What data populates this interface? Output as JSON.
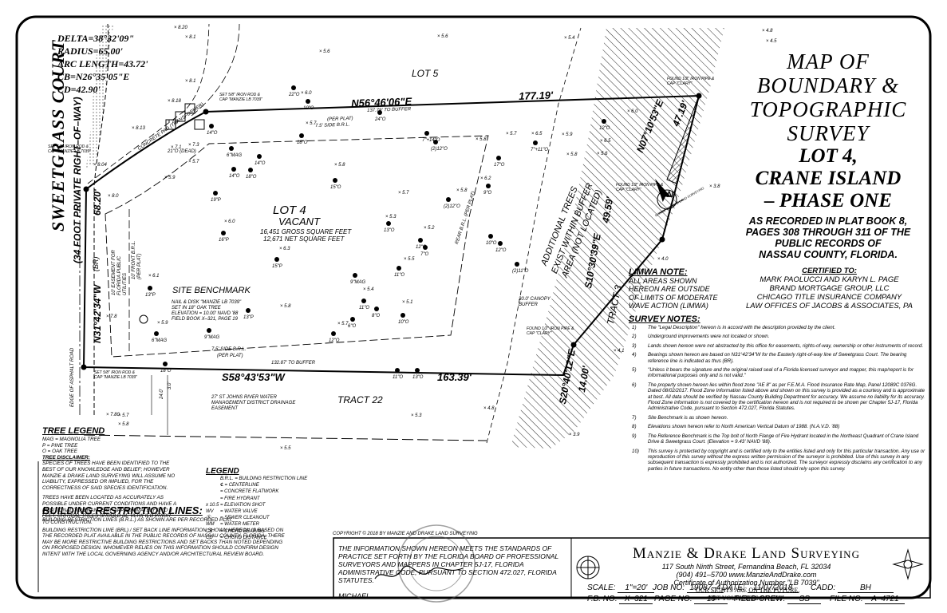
{
  "title": {
    "line1": "MAP OF",
    "line2": "BOUNDARY &",
    "line3": "TOPOGRAPHIC",
    "line4": "SURVEY",
    "line5": "LOT 4,",
    "line6": "CRANE ISLAND",
    "line7": "– PHASE ONE",
    "sub1": "AS RECORDED IN PLAT BOOK 8,",
    "sub2": "PAGES 308 THROUGH 311 OF THE",
    "sub3": "PUBLIC RECORDS OF",
    "sub4": "NASSAU COUNTY, FLORIDA."
  },
  "certified": {
    "heading": "CERTIFIED TO:",
    "lines": [
      "MARK PAOLUCCI AND KARYN L. PAGE",
      "BRAND MORTGAGE GROUP, LLC",
      "CHICAGO TITLE INSURANCE COMPANY",
      "LAW OFFICES OF JACOBS & ASSOCIATES, PA"
    ]
  },
  "limwa": {
    "heading": "LIMWA NOTE:",
    "l1": "ALL AREAS SHOWN",
    "l2": "HEREON ARE OUTSIDE",
    "l3": "OF LIMITS OF MODERATE",
    "l4": "WAVE ACTION (LIMWA)"
  },
  "survey_notes": {
    "heading": "SURVEY NOTES:",
    "items": [
      {
        "n": "1)",
        "t": "The \"Legal Description\" hereon is in accord with the description provided by the client."
      },
      {
        "n": "2)",
        "t": "Underground improvements were not located or shown."
      },
      {
        "n": "3)",
        "t": "Lands shown hereon were not abstracted by this office for easements, rights-of-way, ownership or other instruments of record."
      },
      {
        "n": "4)",
        "t": "Bearings shown hereon are based on N31°42'34\"W for the Easterly right-of-way line of Sweetgrass Court. The bearing reference line is indicated as thus (BR)."
      },
      {
        "n": "5)",
        "t": "\"Unless it bears the signature and the original raised seal of a Florida licensed surveyor and mapper, this map/report is for informational purposes only and is not valid.\""
      },
      {
        "n": "6)",
        "t": "The property shown hereon lies within flood zone \"AE 8\" as per F.E.M.A. Flood Insurance Rate Map, Panel 12089C 0376G. Dated 08/02/2017. Flood Zone Information listed above and shown on this survey is provided as a courtesy and is approximate at best. All data should be verified by Nassau County Building Department for accuracy. We assume no liability for its accuracy. Flood Zone information is not covered by the certification hereon and is not required to be shown per Chapter 5J-17, Florida Administrative Code, pursuant to Section 472.027, Florida Statutes."
      },
      {
        "n": "7)",
        "t": "Site Benchmark is as shown hereon."
      },
      {
        "n": "8)",
        "t": "Elevations shown hereon refer to North American Vertical Datum of 1988. (N.A.V.D. '88)"
      },
      {
        "n": "9)",
        "t": "The Reference Benchmark is the Top bolt of North Flange of Fire Hydrant located in the Northeast Quadrant of Crane Island Drive & Sweetgrass Court. (Elevation = 9.43' NAVD '88)."
      },
      {
        "n": "10)",
        "t": "This survey is protected by copyright and is certified only to the entities listed and only for this particular transaction. Any use or reproduction of this survey without the express written permission of the surveyor is prohibited. Use of this survey in any subsequent transaction is expressly prohibited and is not authorized. The surveyor expressly disclaims any certification to any parties in future transactions. No entity other than those listed should rely upon this survey."
      }
    ]
  },
  "curve": {
    "delta": "DELTA=38°32'09\"",
    "radius": "RADIUS=65.00'",
    "arc": "ARC LENGTH=43.72'",
    "cb": "CB=N26°35'05\"E",
    "cd": "CD=42.90'"
  },
  "tree_legend": {
    "heading": "TREE LEGEND",
    "mag": "MAG = MAGNOLIA TREE",
    "pine": "P = PINE TREE",
    "oak": "O = OAK TREE",
    "disclaimer_heading": "TREE DISCLAIMER:",
    "disclaimer": "SPECIES OF TREES HAVE BEEN IDENTIFIED TO THE BEST OF OUR KNOWLEDGE AND BELIEF; HOWEVER MANZIE & DRAKE LAND SURVEYING WILL ASSUME NO LIABILITY, EXPRESSED OR IMPLIED, FOR THE CORRECTNESS OF SAID SPECIES IDENTIFICATION.",
    "located": "TREES HAVE BEEN LOCATED AS ACCURATELY AS POSSIBLE UNDER CURRENT CONDITIONS AND HAVE A POSITIONAL TOLERANCE OF APPROXIMATELY 2 TO 3 FEET. CRITICAL TREES SHOULD BE VERIFIED PRIOR TO CONSTRUCTION."
  },
  "brl": {
    "heading": "BUILDING RESTRICTION LINES:",
    "p1": "BUILDING RESTRICTION LINES (B.R.L.) AS SHOWN ARE PER RECORDED PLAT.",
    "p2": "BUILDING RESTRICTION LINE (BRL) / SET BACK LINE INFORMATION SHOWN HEREON IS BASED ON THE RECORDED PLAT AVAILABLE IN THE PUBLIC RECORDS OF NASSAU COUNTY, FLORIDA. THERE MAY BE MORE RESTRICTIVE BUILDING RESTRICTIONS AND SET BACKS THAN NOTED DEPENDING ON PROPOSED DESIGN. WHOMEVER RELIES ON THIS INFORMATION SHOULD CONFIRM DESIGN INTENT WITH THE LOCAL GOVERNING AGENCY AND/OR ARCHITECTURAL REVIEW BOARD."
  },
  "legend": {
    "heading": "LEGEND",
    "items": [
      "B.R.L. = BUILDING RESTRICTION LINE",
      "℄ = CENTERLINE",
      "= CONCRETE FLATWORK",
      "= FIRE HYDRANT",
      "= ELEVATION SHOT",
      "= WATER VALVE",
      "= SEWER CLEANOUT",
      "= WATER METER",
      "= CHORD BEARING",
      "= CHORD DISTANCE"
    ],
    "codes": [
      "",
      "",
      "",
      "",
      "x 10.5",
      "WV",
      "Ⓢ",
      "WM",
      "CB",
      "CD"
    ]
  },
  "copyright": "COPYRIGHT © 2018 BY MANZIE AND DRAKE LAND SURVEYING",
  "statement": "THE INFORMATION SHOWN HEREON MEETS THE STANDARDS OF PRACTICE SET FORTH BY THE FLORIDA BOARD OF PROFESSIONAL SURVEYORS AND MAPPERS IN CHAPTER 5J-17, FLORIDA ADMINISTRATIVE CODE, PURSUANT TO SECTION 472.027, FLORIDA STATUTES.",
  "signer": "MICHAEL",
  "firm": {
    "name": "Manzie & Drake Land Surveying",
    "addr": "117 South Ninth Street, Fernandina Beach, FL 32034",
    "phone": "(904) 491–5700   www.ManzieAndDrake.com",
    "cert": "Certificate of Authorization Number \"LB 7039\"",
    "motto1": "\"OUR SIGHTS ARE ON THE FUTURE,",
    "motto2": "SET YOUR SITES ON US.\""
  },
  "job": {
    "scale_label": "SCALE:",
    "scale": "1\"=20'",
    "job_label": "JOB NO:",
    "job": "19087–4",
    "date_label": "DATE:",
    "date": "11/07/2018",
    "cadd_label": "CADD:",
    "cadd": "BH",
    "fb_label": "F.B. NO:",
    "fb": "X–321",
    "page_label": "PAGE NO:",
    "page": "19",
    "crew_label": "FIELD CREW:",
    "crew": "SS",
    "file_label": "FILE NO:",
    "file": "A–4721"
  },
  "plan": {
    "street": "SWEETGRASS COURT",
    "row": "(34 FOOT PRIVATE RIGHT–OF–WAY)",
    "row_bearing": "N31°42'34\"W",
    "row_br": "(BR)",
    "row_dist": "68.20'",
    "lot5": "LOT 5",
    "lot4": "LOT 4",
    "vacant": "VACANT",
    "gross": "16,451 GROSS SQUARE FEET",
    "net": "12,671 NET SQUARE FEET",
    "north_bearing": "N56°46'06\"E",
    "north_dist": "177.19'",
    "north_buffer": "137.79' TO BUFFER",
    "side_brl_n": "(PER PLAT)",
    "side_brl_n2": "7.5' SIDE B.R.L.",
    "south_bearing": "S58°43'53\"W",
    "south_dist": "163.39'",
    "south_buffer": "132.87' TO BUFFER",
    "side_brl_s": "7.5' SIDE B.R.L.",
    "side_brl_s2": "(PER PLAT)",
    "east_bearing1": "N07°10'53\"E",
    "east_dist1": "47.19'",
    "east_bearing2": "S10°30'39\"E",
    "east_dist2": "49.59'",
    "se_bearing": "S20°40'12\"E",
    "se_dist": "14.00'",
    "tract22": "TRACT 22",
    "tract3": "TRACT 3",
    "additional_trees": "ADDITIONAL TREES",
    "exist_buffer": "EXIST WITHIN BUFFER",
    "not_located": "AREA (NOT LOCATED)",
    "canopy": "30.0' CANOPY BUFFER",
    "rear_brl": "REAR B.R.L. (PER PLAT)",
    "front_brl": "10' FRONT B.R.L. (PER PLAT)",
    "easement_utilities": "10' EASEMENT FOR FLORIDA PUBLIC UTILITIES",
    "benchmark_title": "SITE BENCHMARK",
    "benchmark1": "NAIL & DISK \"MANZIE LB 7039\"",
    "benchmark2": "SET IN 18\" OAK TREE",
    "benchmark3": "ELEVATION = 10.00' NAVD '88",
    "benchmark4": "FIELD BOOK X–321, PAGE 19",
    "iron_ne": "FOUND 1/2\" IRON PIPE & CAP \"CLARY\"",
    "iron_e": "FOUND 1/2\" IRON PIPE & CAP \"CLARY\"",
    "iron_se": "FOUND 1/2\" IRON PIPE & CAP \"CLARY\"",
    "iron_nw": "SET 5/8\" IRON ROD & CAP \"MANZIE LB 7039\"",
    "iron_n": "SET 5/8\" IRON ROD & CAP \"MANZIE LB 7039\"",
    "iron_sw": "SET 5/8\" IRON ROD & CAP \"MANZIE LB 7039\"",
    "sjrwmd": "27' ST JOHNS RIVER WATER MANAGEMENT DISTRICT DRAINAGE EASEMENT",
    "concrete_pad": "CONCRETE PAD (TRANSFORMER)",
    "asphalt": "EDGE OF ASPHALT ROAD",
    "dead_oak": "21\"O (DEAD)",
    "dim_24": "24.0'",
    "dim_3": "3.0'",
    "north_label": "N",
    "north_arrow_text": "MANZIE & DRAKE LAND SURVEYING"
  },
  "trees": [
    [
      "22\"O",
      368,
      110
    ],
    [
      "10\"O",
      386,
      127
    ],
    [
      "24\"O",
      476,
      141
    ],
    [
      "14\"O",
      265,
      158
    ],
    [
      "18\"O",
      378,
      170
    ],
    [
      "6\"MAG",
      290,
      186
    ],
    [
      "14\"O",
      325,
      196
    ],
    [
      "18\"O",
      314,
      213
    ],
    [
      "14\"O",
      293,
      212
    ],
    [
      "15\"O",
      420,
      226
    ],
    [
      "19\"P",
      270,
      242
    ],
    [
      "16\"P",
      280,
      292
    ],
    [
      "13\"O",
      487,
      280
    ],
    [
      "12\"O",
      527,
      301
    ],
    [
      "7\"O",
      533,
      310
    ],
    [
      "15\"P",
      347,
      325
    ],
    [
      "13\"P",
      311,
      389
    ],
    [
      "9\"MAG",
      445,
      345
    ],
    [
      "11\"O",
      500,
      336
    ],
    [
      "12\"O",
      418,
      418
    ],
    [
      "11\"O",
      456,
      377
    ],
    [
      "8\"O",
      472,
      387
    ],
    [
      "10\"O",
      505,
      395
    ],
    [
      "6\"O",
      442,
      400
    ],
    [
      "9\"MAG",
      262,
      414
    ],
    [
      "18\"O",
      207,
      456
    ],
    [
      "13\"P",
      188,
      361
    ],
    [
      "6\"MAG",
      196,
      418
    ],
    [
      "(2)12\"O",
      562,
      250
    ],
    [
      "(2)12\"O",
      546,
      178
    ],
    [
      "7\"+14\"O",
      535,
      167
    ],
    [
      "7\"+11\"O",
      671,
      179
    ],
    [
      "12\"O",
      757,
      152
    ],
    [
      "11\"O",
      498,
      464
    ],
    [
      "13\"O",
      523,
      464
    ],
    [
      "12\"O",
      627,
      305
    ],
    [
      "10\"O",
      615,
      296
    ],
    [
      "(2)11\"O",
      648,
      331
    ],
    [
      "17\"O",
      625,
      198
    ],
    [
      "9\"O",
      612,
      233
    ]
  ],
  "spots": [
    [
      "8.20",
      218,
      36
    ],
    [
      "8.1",
      232,
      48
    ],
    [
      "5.6",
      400,
      66
    ],
    [
      "5.6",
      548,
      47
    ],
    [
      "5.4",
      707,
      49
    ],
    [
      "4.8",
      955,
      40
    ],
    [
      "4.5",
      960,
      53
    ],
    [
      "8.1",
      232,
      103
    ],
    [
      "8.18",
      210,
      128
    ],
    [
      "7.9",
      210,
      154
    ],
    [
      "8.13",
      165,
      162
    ],
    [
      "7.3",
      236,
      183
    ],
    [
      "7.1",
      214,
      186
    ],
    [
      "5.7",
      236,
      204
    ],
    [
      "5.9",
      206,
      224
    ],
    [
      "8.04",
      117,
      208
    ],
    [
      "8.0",
      135,
      247
    ],
    [
      "7.8",
      133,
      398
    ],
    [
      "7.80",
      133,
      521
    ],
    [
      "5.7",
      148,
      522
    ],
    [
      "5.8",
      148,
      533
    ],
    [
      "5.5",
      351,
      563
    ],
    [
      "5.3",
      515,
      522
    ],
    [
      "4.8",
      606,
      513
    ],
    [
      "3.9",
      713,
      546
    ],
    [
      "4.1",
      769,
      441
    ],
    [
      "4.0",
      824,
      326
    ],
    [
      "3.8",
      889,
      235
    ],
    [
      "6.0",
      786,
      141
    ],
    [
      "6.5",
      752,
      178
    ],
    [
      "5.6",
      748,
      194
    ],
    [
      "5.8",
      710,
      195
    ],
    [
      "5.9",
      704,
      170
    ],
    [
      "6.5",
      666,
      169
    ],
    [
      "5.7",
      634,
      169
    ],
    [
      "5.8",
      596,
      176
    ],
    [
      "6.2",
      602,
      225
    ],
    [
      "5.8",
      572,
      240
    ],
    [
      "5.7",
      499,
      243
    ],
    [
      "5.3",
      483,
      273
    ],
    [
      "5.2",
      531,
      287
    ],
    [
      "5.5",
      506,
      326
    ],
    [
      "6.0",
      377,
      118
    ],
    [
      "5.7",
      383,
      156
    ],
    [
      "5.8",
      419,
      208
    ],
    [
      "6.0",
      281,
      279
    ],
    [
      "6.3",
      350,
      313
    ],
    [
      "6.1",
      186,
      347
    ],
    [
      "5.8",
      351,
      385
    ],
    [
      "5.4",
      455,
      364
    ],
    [
      "5.1",
      504,
      380
    ],
    [
      "5.7",
      423,
      407
    ],
    [
      "5.9",
      197,
      406
    ]
  ]
}
